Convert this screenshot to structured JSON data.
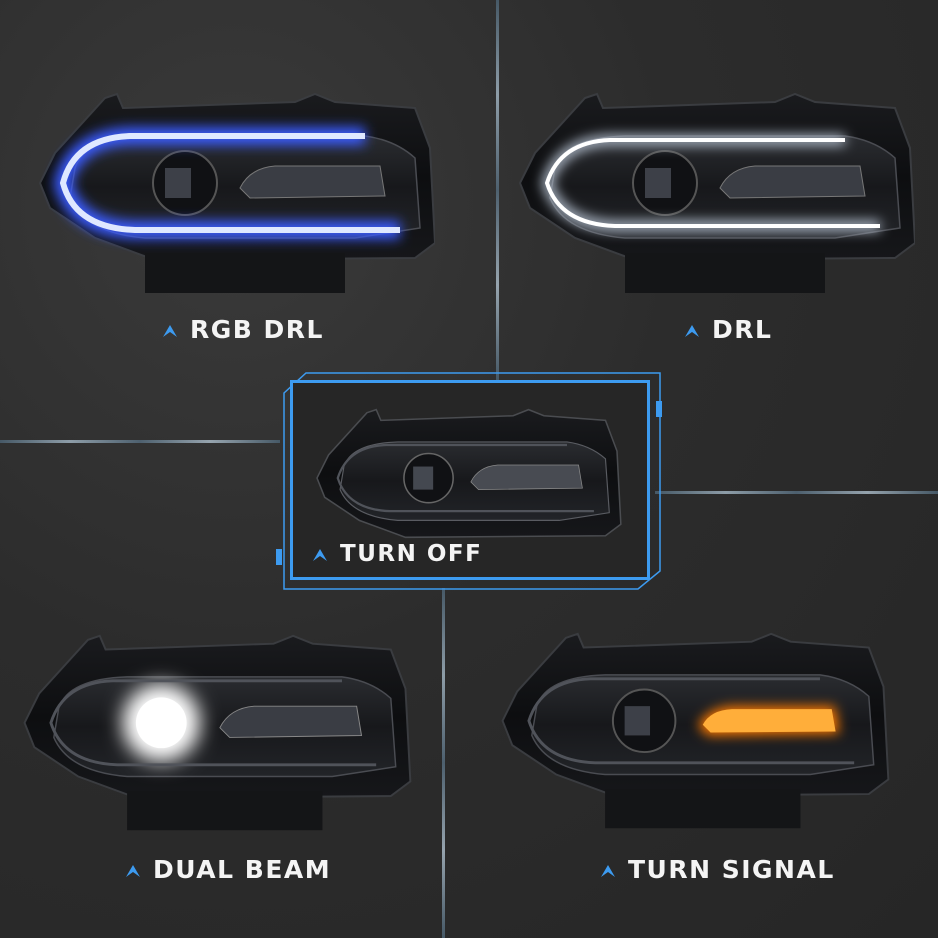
{
  "panels": [
    {
      "id": "rgb-drl",
      "label": "RGB DRL",
      "mode": "blue DRL",
      "drl_color": "#3a5cff",
      "drl_core": "#dfe8ff",
      "turn_color": null,
      "beam": false
    },
    {
      "id": "drl",
      "label": "DRL",
      "mode": "white DRL",
      "drl_color": "#bcc8d8",
      "drl_core": "#ffffff",
      "turn_color": null,
      "beam": false
    },
    {
      "id": "turn-off",
      "label": "TURN OFF",
      "mode": "off",
      "drl_color": null,
      "drl_core": null,
      "turn_color": null,
      "beam": false
    },
    {
      "id": "dual-beam",
      "label": "DUAL BEAM",
      "mode": "projector on",
      "drl_color": null,
      "drl_core": null,
      "turn_color": null,
      "beam": true
    },
    {
      "id": "turn-signal",
      "label": "TURN SIGNAL",
      "mode": "amber turn",
      "drl_color": null,
      "drl_core": null,
      "turn_color": "#ff9a1e",
      "beam": false
    }
  ],
  "colors": {
    "accent": "#3d9bf0",
    "background": "#2b2b2b",
    "label": "#f4f4f4",
    "divider": "#8fa3b2"
  },
  "icons": {
    "label_marker": "chevron-up-icon"
  }
}
